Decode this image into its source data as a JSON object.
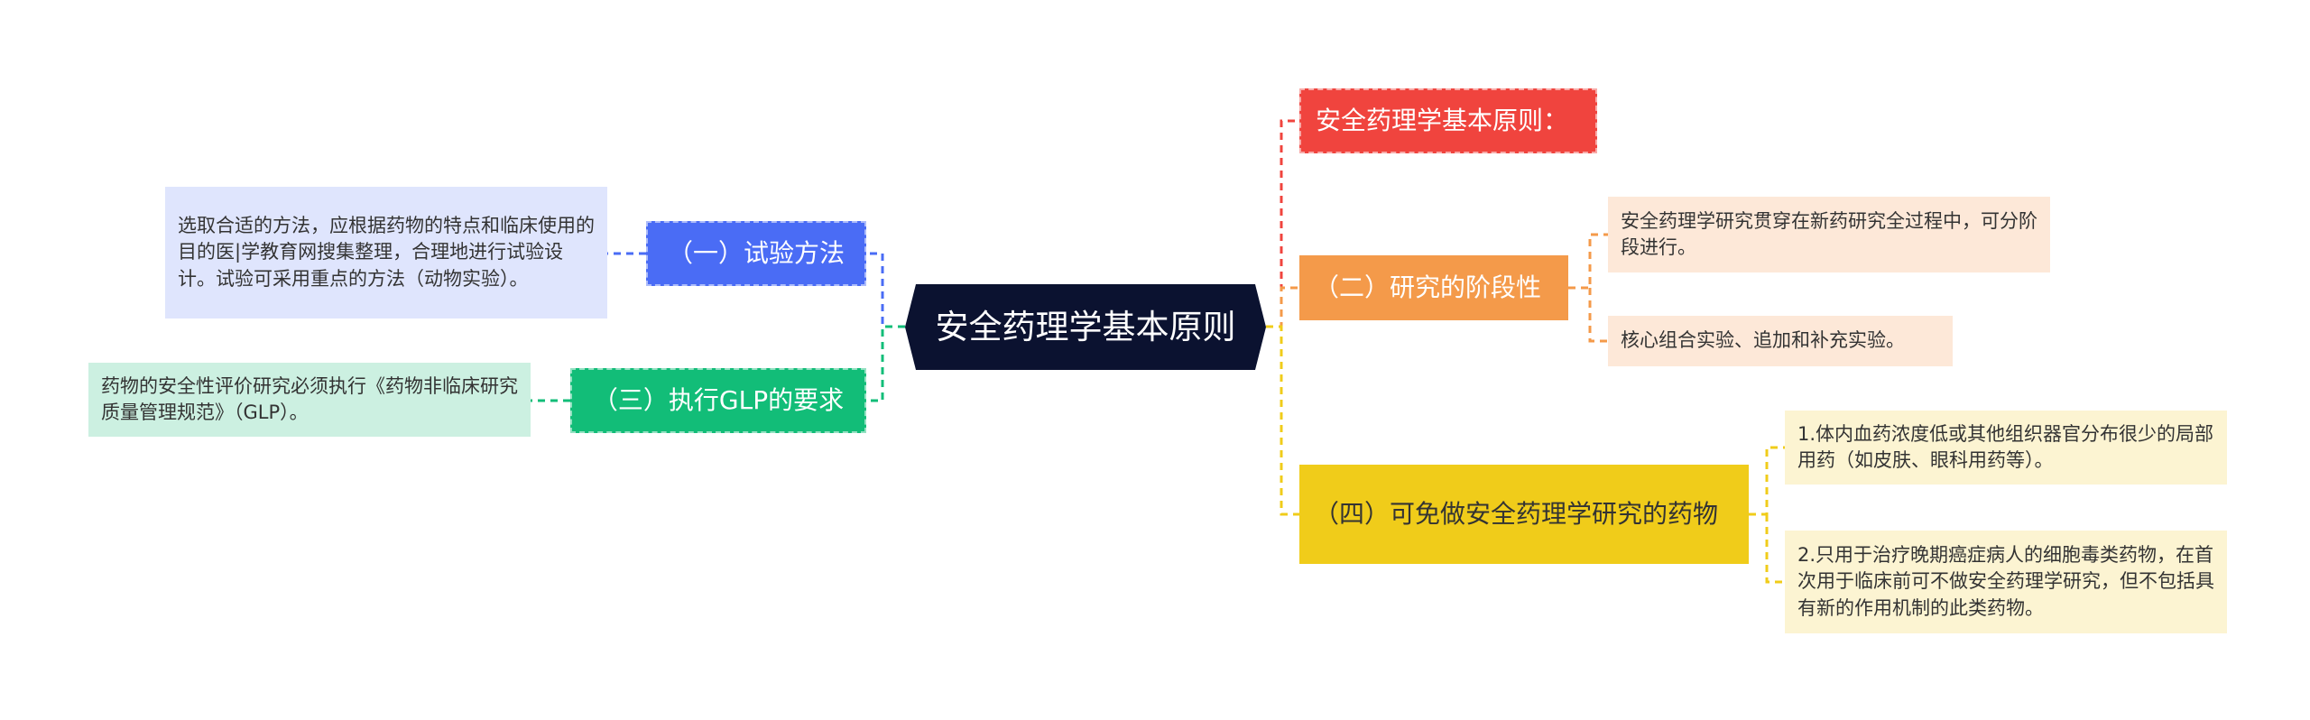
{
  "central": {
    "title": "安全药理学基本原则"
  },
  "branches": {
    "method": {
      "label": "（一）试验方法",
      "color": "#4a6cf5"
    },
    "glp": {
      "label": "（三）执行GLP的要求",
      "color": "#12bd78"
    },
    "principle": {
      "label": "安全药理学基本原则：",
      "color": "#f0443e"
    },
    "stage": {
      "label": "（二）研究的阶段性",
      "color": "#f49a4a"
    },
    "exempt": {
      "label": "（四）可免做安全药理学研究的药物",
      "color": "#f0cc1a"
    }
  },
  "leaves": {
    "method": "选取合适的方法，应根据药物的特点和临床使用的目的医|学教育网搜集整理，合理地进行试验设计。试验可采用重点的方法（动物实验）。",
    "glp": "药物的安全性评价研究必须执行《药物非临床研究质量管理规范》（GLP）。",
    "stage_1": "安全药理学研究贯穿在新药研究全过程中，可分阶段进行。",
    "stage_2": "核心组合实验、追加和补充实验。",
    "exempt_1": "1.体内血药浓度低或其他组织器官分布很少的局部用药（如皮肤、眼科用药等）。",
    "exempt_2": "2.只用于治疗晚期癌症病人的细胞毒类药物，在首次用于临床前可不做安全药理学研究，但不包括具有新的作用机制的此类药物。"
  }
}
